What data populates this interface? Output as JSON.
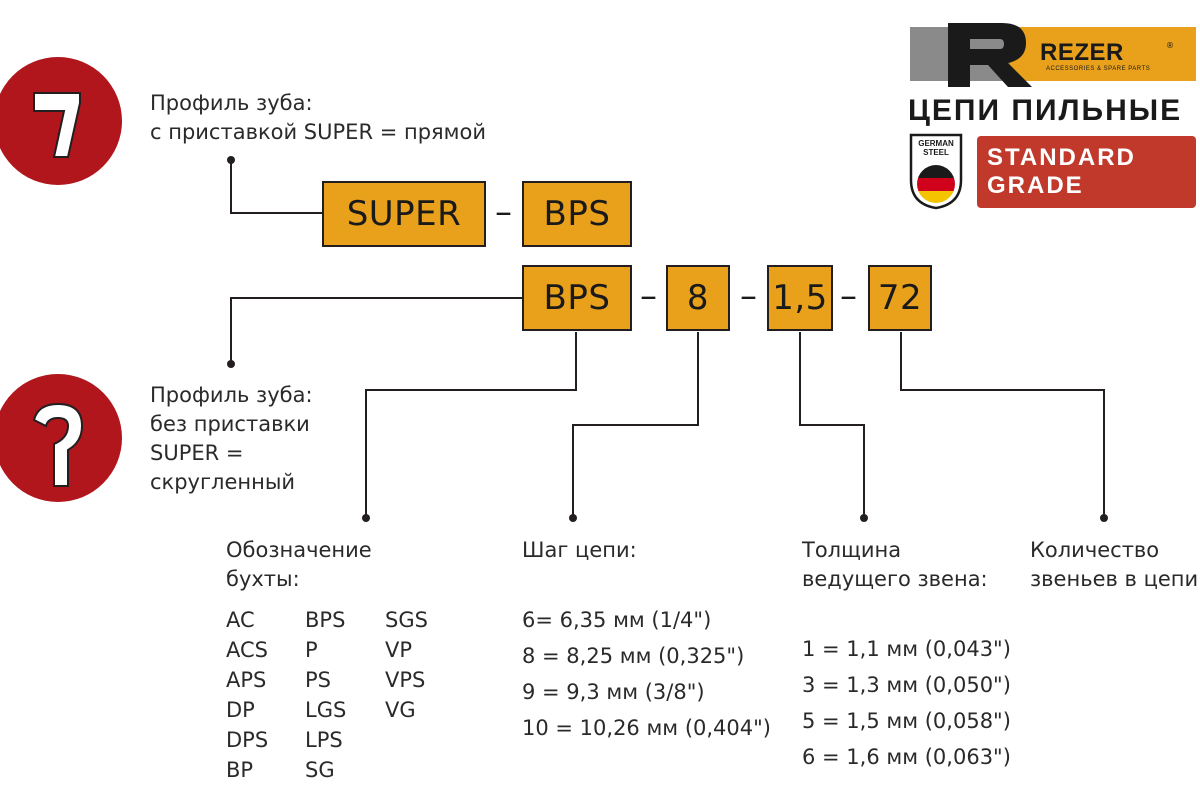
{
  "logo": {
    "brand": "REZER",
    "registered": "®",
    "tagline": "ACCESSORIES & SPARE PARTS",
    "product_title": "ЦЕПИ ПИЛЬНЫЕ",
    "steel_badge_line1": "GERMAN",
    "steel_badge_line2": "STEEL",
    "grade_line1": "STANDARD",
    "grade_line2": "GRADE",
    "colors": {
      "orange": "#e9a11c",
      "red": "#c0392b",
      "grey": "#8a8a8a"
    }
  },
  "profile_super": {
    "text_line1": "Профиль зуба:",
    "text_line2": "с приставкой SUPER = прямой",
    "icon": "straight-tooth-icon"
  },
  "profile_round": {
    "text_line1": "Профиль зуба:",
    "text_line2": "без приставки",
    "text_line3": "SUPER =",
    "text_line4": "скругленный",
    "icon": "rounded-tooth-icon"
  },
  "code_super": {
    "prefix": "SUPER",
    "sep": "–",
    "type": "BPS"
  },
  "code_main": {
    "type": "BPS",
    "pitch": "8",
    "gauge": "1,5",
    "links": "72",
    "sep": "–"
  },
  "legend": {
    "type": {
      "title_line1": "Обозначение",
      "title_line2": "бухты:",
      "col1": [
        "AC",
        "ACS",
        "APS",
        "DP",
        "DPS",
        "BP"
      ],
      "col2": [
        "BPS",
        "P",
        "PS",
        "LGS",
        "LPS",
        "SG"
      ],
      "col3": [
        "SGS",
        "VP",
        "VPS",
        "VG"
      ]
    },
    "pitch": {
      "title": "Шаг цепи:",
      "items": [
        "6= 6,35 мм (1/4\")",
        "8 = 8,25 мм (0,325\")",
        "9 = 9,3 мм (3/8\")",
        "10 = 10,26 мм (0,404\")"
      ]
    },
    "gauge": {
      "title_line1": "Толщина",
      "title_line2": "ведущего звена:",
      "items": [
        "1 = 1,1 мм (0,043\")",
        "3 = 1,3 мм (0,050\")",
        "5 = 1,5 мм (0,058\")",
        "6 = 1,6 мм (0,063\")"
      ]
    },
    "links": {
      "title_line1": "Количество",
      "title_line2": "звеньев в цепи"
    }
  }
}
